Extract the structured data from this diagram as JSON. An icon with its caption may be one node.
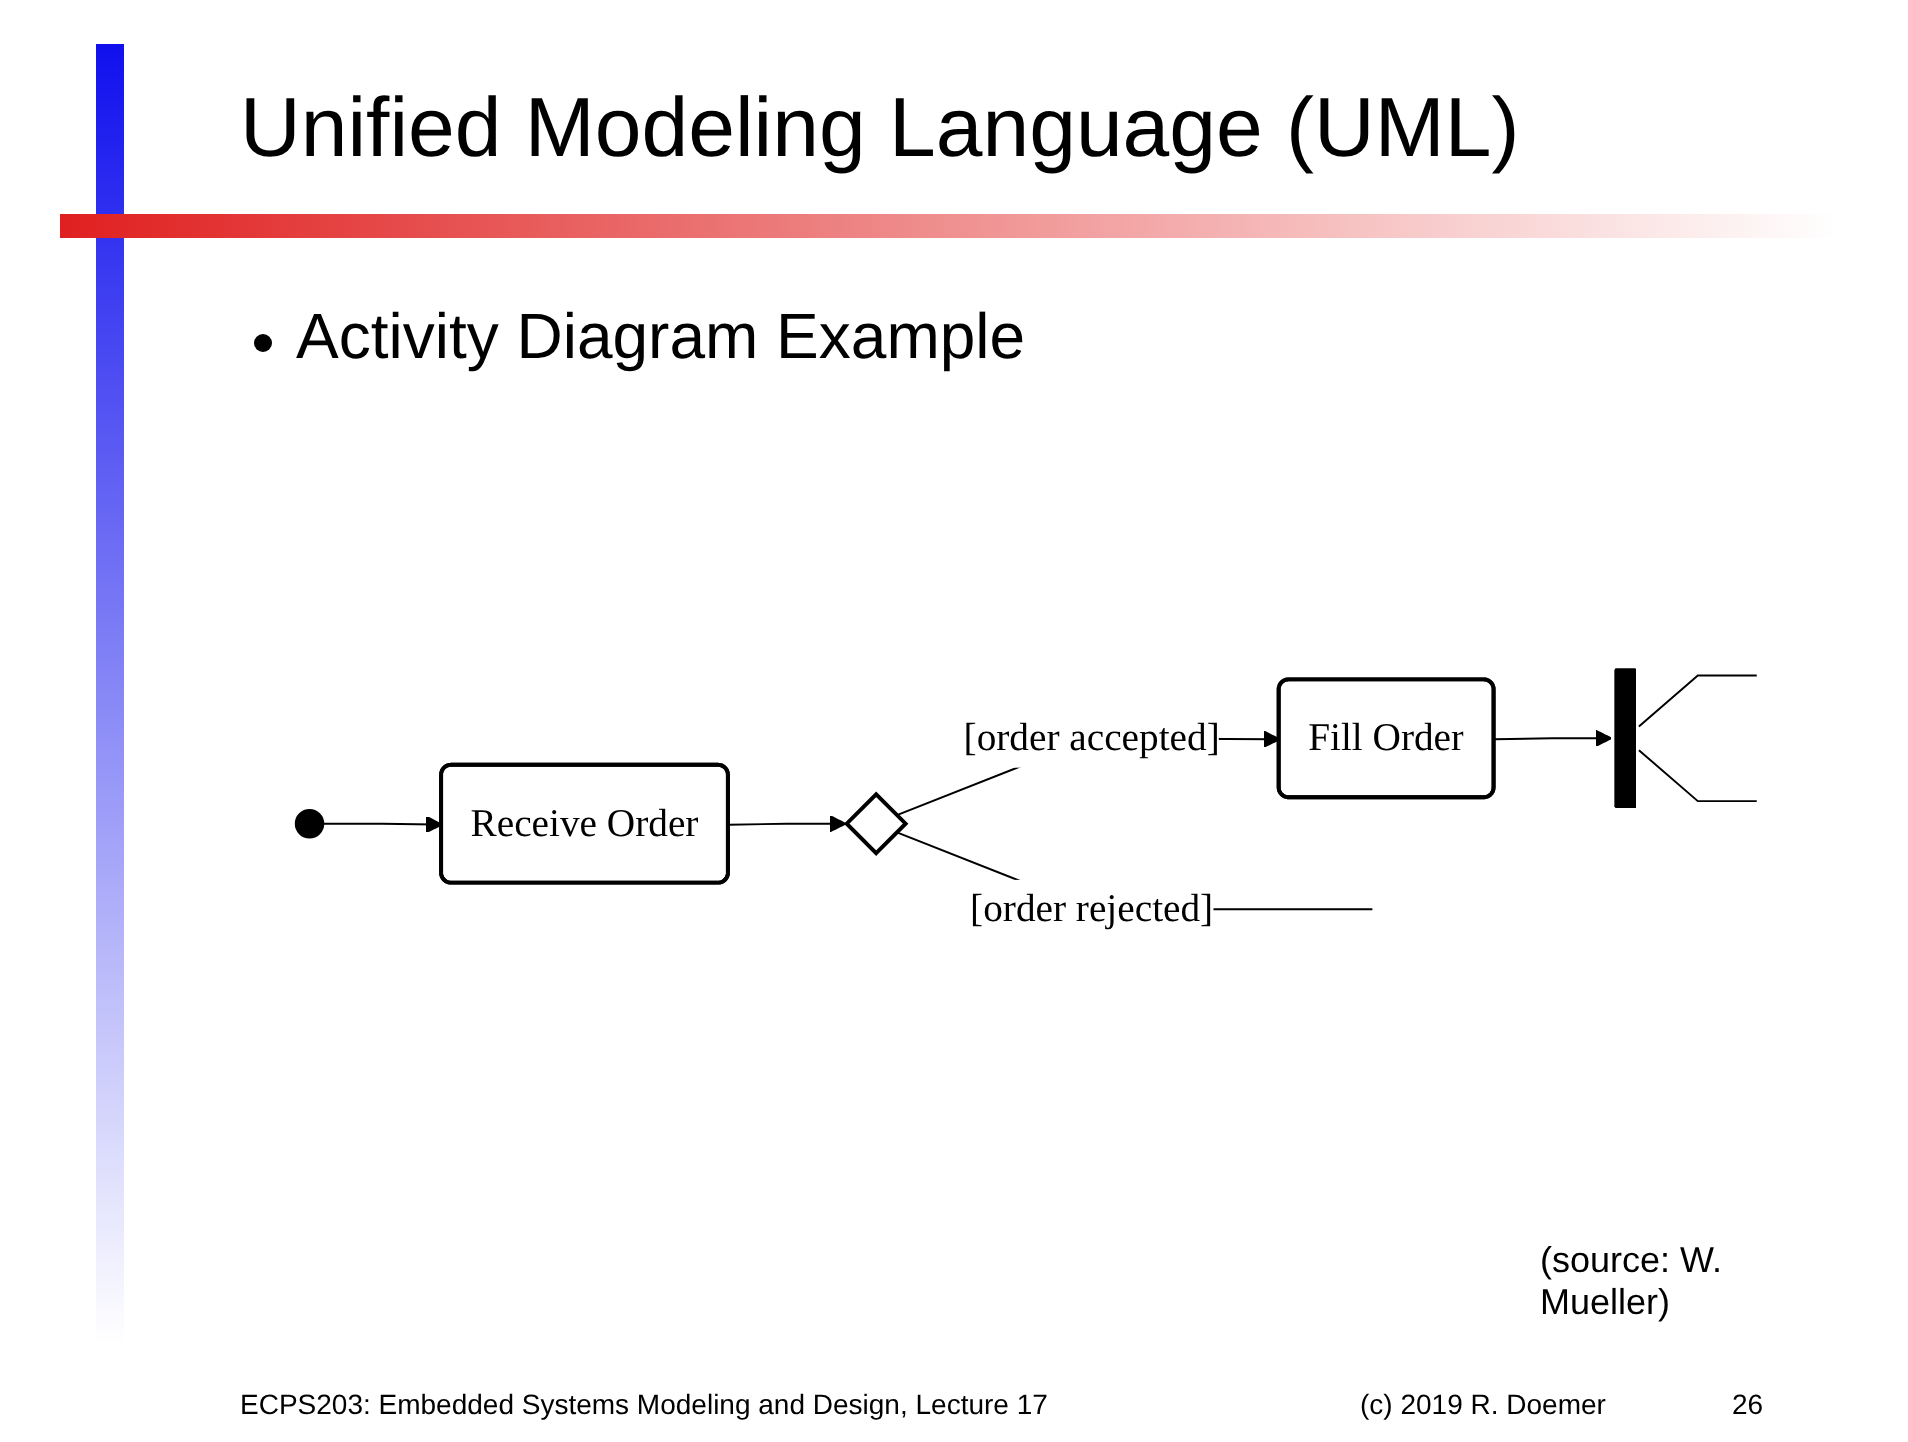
{
  "diagram": {
    "title": "Unified Modeling Language (UML)",
    "nodes": [
      {
        "text": [],
        "shape": "circle"
      },
      {
        "text": [
          "Receive Order"
        ]
      },
      {
        "text": [],
        "shape": "diamond"
      },
      {
        "text": [
          "Fill Order"
        ]
      },
      {
        "text": [],
        "shape": "bar"
      }
    ],
    "edges": [
      {
        "from": 0,
        "to": 1,
        "arrow": "to"
      },
      {
        "from": 1,
        "to": 2,
        "arrow": "to"
      },
      {
        "from": 2,
        "to": null,
        "arrow": "none",
        "label": "[order rejected]"
      },
      {
        "from": 2,
        "to": 3,
        "arrow": "to",
        "label": "[order accepted]"
      },
      {
        "from": 3,
        "to": 4,
        "arrow": "to"
      },
      {
        "from": 4,
        "to": null,
        "arrow": "none"
      },
      {
        "from": 4,
        "to": null,
        "arrow": "none"
      }
    ],
    "labels": [
      "Activity Diagram Example",
      "(source: W. Mueller)",
      "ECPS203: Embedded Systems Modeling and Design, Lecture 17",
      "(c) 2019 R. Doemer",
      "26"
    ]
  }
}
